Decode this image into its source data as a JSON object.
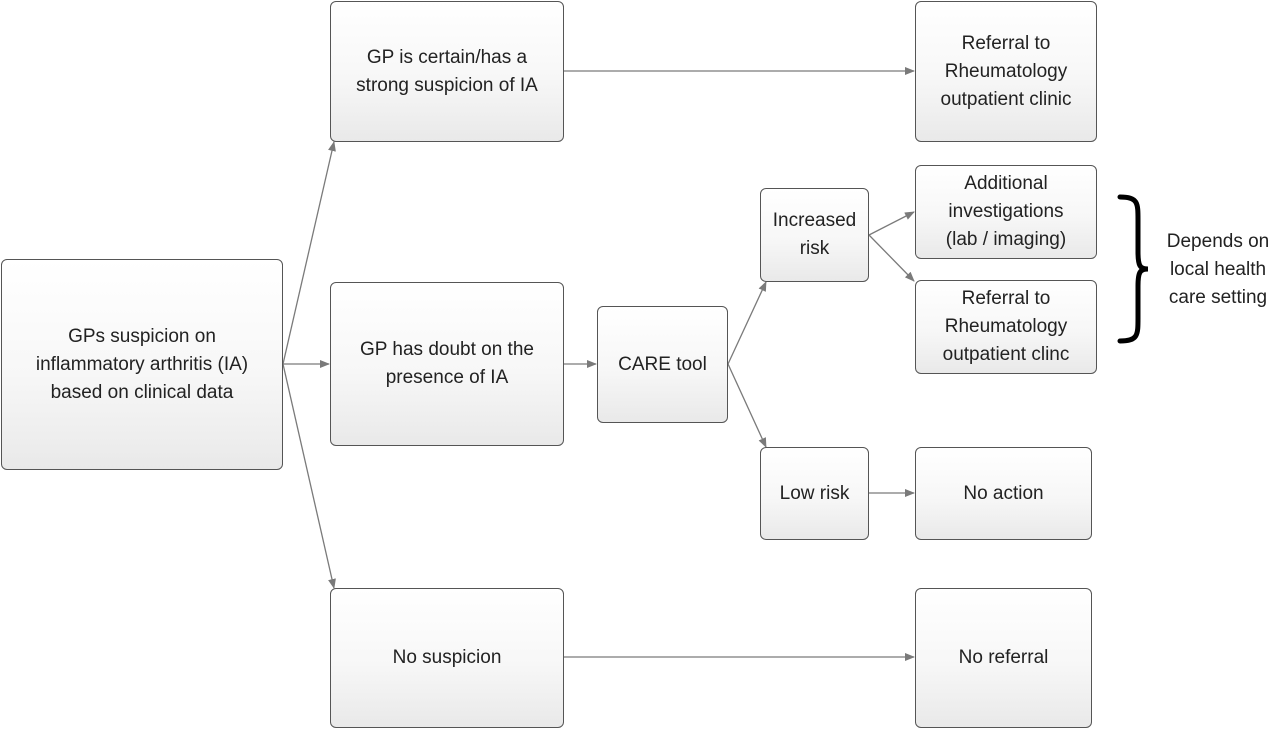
{
  "nodes": {
    "start": "GPs suspicion on\ninflammatory arthritis (IA)\nbased on clinical data",
    "certain": "GP is certain/has a\nstrong suspicion of IA",
    "doubt": "GP has doubt on the\npresence of IA",
    "none": "No suspicion",
    "care_tool": "CARE tool",
    "increased_risk": "Increased\nrisk",
    "low_risk": "Low risk",
    "referral_clinic": "Referral to\nRheumatology\noutpatient clinic",
    "additional_investigations": "Additional\ninvestigations\n(lab / imaging)",
    "referral_clinc": "Referral to\nRheumatology\noutpatient clinc",
    "no_action": "No action",
    "no_referral": "No referral"
  },
  "side_note": "Depends on\nlocal health\ncare setting",
  "colors": {
    "box_border": "#555555",
    "arrow": "#7a7a7a",
    "text": "#222222",
    "brace": "#000000"
  }
}
